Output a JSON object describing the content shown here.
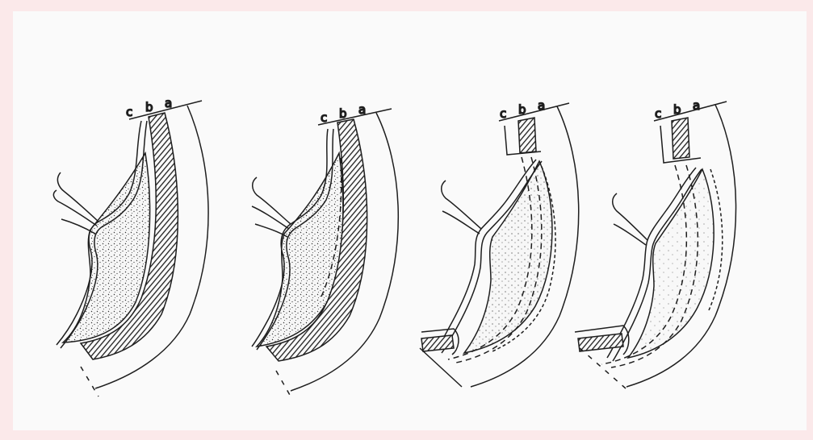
{
  "figure": {
    "background": "#fbe9ea",
    "paper": "#fafafa",
    "ink": "#1e1e1e",
    "panels": [
      {
        "label_a": "a",
        "label_b": "b",
        "label_c": "c",
        "stage": 1,
        "fill": "dense"
      },
      {
        "label_a": "a",
        "label_b": "b",
        "label_c": "c",
        "stage": 2,
        "fill": "dense"
      },
      {
        "label_a": "a",
        "label_b": "b",
        "label_c": "c",
        "stage": 3,
        "fill": "medium"
      },
      {
        "label_a": "a",
        "label_b": "b",
        "label_c": "c",
        "stage": 4,
        "fill": "sparse"
      }
    ]
  }
}
